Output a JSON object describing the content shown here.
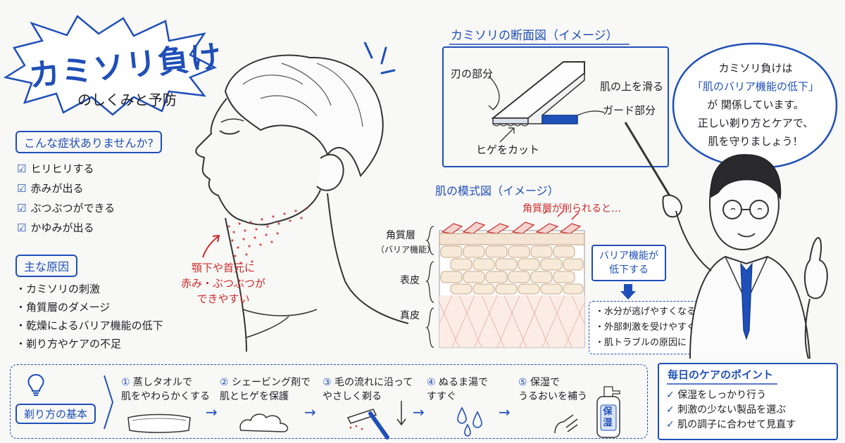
{
  "title": {
    "main": "カミソリ負け",
    "sub": "のしくみと予防"
  },
  "symptoms": {
    "heading": "こんな症状ありませんか?",
    "items": [
      "ヒリヒリする",
      "赤みが出る",
      "ぶつぶつができる",
      "かゆみが出る"
    ]
  },
  "causes": {
    "heading": "主な原因",
    "items": [
      "カミソリの刺激",
      "角質層のダメージ",
      "乾燥によるバリア機能の低下",
      "剃り方やケアの不足"
    ]
  },
  "face_note": [
    "顎下や首元に",
    "赤み・ぶつぶつが",
    "できやすい"
  ],
  "razor_section": {
    "title": "カミソリの断面図（イメージ）",
    "blade_label": "刃の部分",
    "cut_label": "ヒゲをカット",
    "glide_label": "肌の上を滑る",
    "guard_label": "ガード部分"
  },
  "skin_section": {
    "title": "肌の模式図（イメージ）",
    "damage_note": "角質層が削られると…",
    "layers": {
      "stratum": "角質層",
      "stratum_sub": "（バリア機能）",
      "epidermis": "表皮",
      "dermis": "真皮"
    },
    "barrier": [
      "バリア機能が",
      "低下する"
    ],
    "effects": [
      "水分が逃げやすくなる",
      "外部刺激を受けやすくなる",
      "肌トラブルの原因に"
    ]
  },
  "speech": {
    "lines": [
      "カミソリ負けは",
      "「肌のバリア機能の低下」",
      "が 関係しています。",
      "正しい剃り方とケアで、",
      "肌を守りましょう！"
    ]
  },
  "basics": {
    "label": "剃り方の基本",
    "steps": [
      {
        "num": "①",
        "lines": [
          "蒸しタオルで",
          "肌をやわらかくする"
        ]
      },
      {
        "num": "②",
        "lines": [
          "シェービング剤で",
          "肌とヒゲを保護"
        ]
      },
      {
        "num": "③",
        "lines": [
          "毛の流れに沿って",
          "やさしく剃る"
        ]
      },
      {
        "num": "④",
        "lines": [
          "ぬるま湯で",
          "すすぐ"
        ]
      },
      {
        "num": "⑤",
        "lines": [
          "保湿で",
          "うるおいを補う"
        ]
      }
    ],
    "bottle_label": "保湿"
  },
  "care_points": {
    "heading": "毎日のケアのポイント",
    "items": [
      "保湿をしっかり行う",
      "刺激の少ない製品を選ぶ",
      "肌の調子に合わせて見直す"
    ]
  },
  "colors": {
    "accent_blue": "#1f4fb8",
    "irritation_red": "#cc2b2b",
    "skin_beige": "#f1dfc7"
  }
}
